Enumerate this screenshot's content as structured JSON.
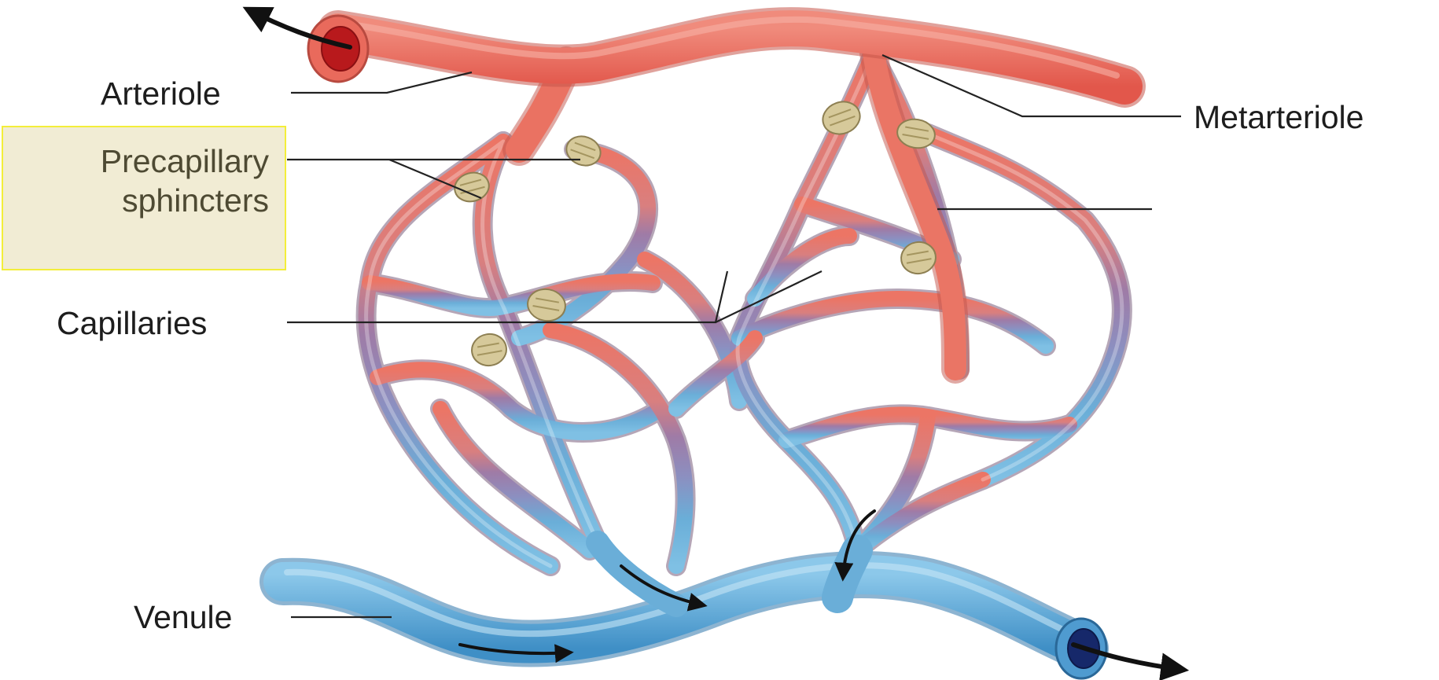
{
  "labels": {
    "arteriole": "Arteriole",
    "precapillary_line1": "Precapillary",
    "precapillary_line2": "sphincters",
    "capillaries": "Capillaries",
    "venule": "Venule",
    "metarteriole": "Metarteriole"
  },
  "colors": {
    "arterial": "#e8675a",
    "arterial_light": "#f0968a",
    "capillary_mid": "#9a7ba8",
    "venous": "#6aaed8",
    "venous_dark": "#3e8cc4",
    "sphincter": "#d6c99a",
    "highlight_fill": "#f1ecd4",
    "highlight_border": "#f3ee3a",
    "leader_line": "#222222"
  }
}
